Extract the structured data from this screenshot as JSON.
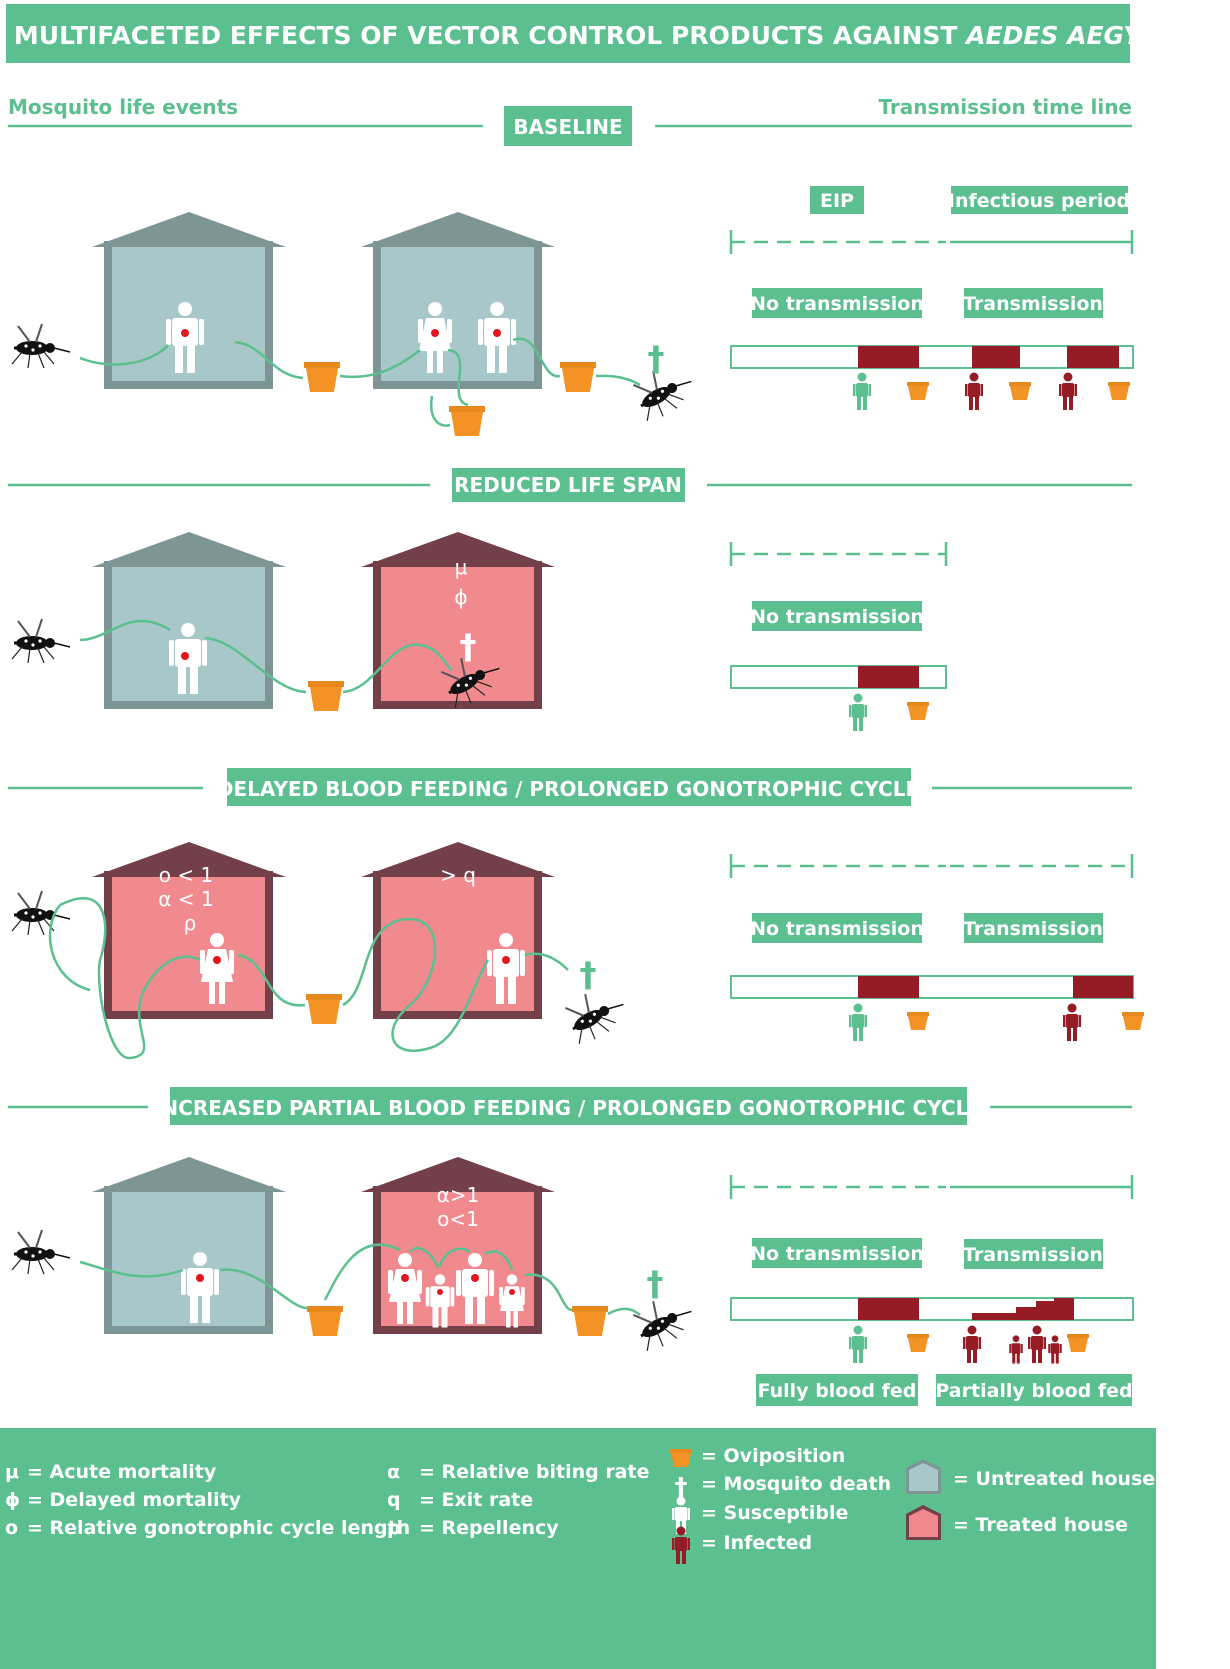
{
  "title": {
    "main": "THE MULTIFACETED EFFECTS OF VECTOR CONTROL PRODUCTS AGAINST ",
    "italic": "AEDES AEGYPTI"
  },
  "columns": {
    "left": "Mosquito life events",
    "right": "Transmission time line"
  },
  "sections": {
    "baseline": "BASELINE",
    "reduced": "REDUCED LIFE SPAN",
    "delayed": "DELAYED BLOOD FEEDING / PROLONGED GONOTROPHIC CYCLE",
    "partial": "INCREASED PARTIAL BLOOD FEEDING / PROLONGED GONOTROPHIC CYCLE"
  },
  "timeline": {
    "eip": "EIP",
    "infectious": "Infectious period",
    "no_transmission": "No transmission",
    "transmission": "Transmission",
    "fully_fed": "Fully blood fed",
    "partially_fed": "Partially blood fed"
  },
  "symbols": {
    "mu": "μ",
    "phi": "ϕ",
    "death": "†",
    "delayed_l1": "o < 1",
    "delayed_l2": "α < 1",
    "delayed_l3": "ρ",
    "delayed_q": "> q",
    "partial_l1": "α>1",
    "partial_l2": "o<1"
  },
  "legend": {
    "mu": {
      "sym": "μ",
      "text": "= Acute mortality"
    },
    "phi": {
      "sym": "ϕ",
      "text": "= Delayed mortality"
    },
    "o": {
      "sym": "o",
      "text": "= Relative gonotrophic cycle length"
    },
    "alpha": {
      "sym": "α",
      "text": "= Relative biting rate"
    },
    "q": {
      "sym": "q",
      "text": "= Exit rate"
    },
    "rho": {
      "sym": "ρ",
      "text": "= Repellency"
    },
    "oviposition": "= Oviposition",
    "death": "= Mosquito death",
    "susceptible": "= Susceptible",
    "infected": "= Infected",
    "untreated": "= Untreated house",
    "treated": "= Treated house"
  },
  "colors": {
    "green": "#5bbf8f",
    "untreated_fill": "#a8c7c8",
    "untreated_frame": "#7e9596",
    "treated_fill": "#f08a8f",
    "treated_frame": "#73404a",
    "infected": "#951c25",
    "bucket": "#f39325"
  }
}
